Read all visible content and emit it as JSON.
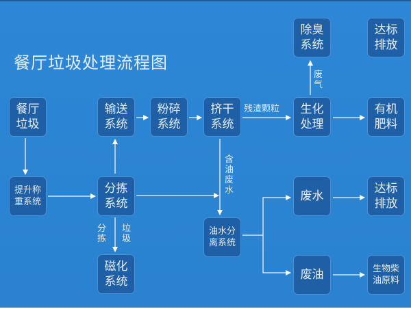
{
  "title": "餐厅垃圾处理流程图",
  "nodes": {
    "restaurant_waste": "餐厅\n垃圾",
    "lift_weigh": "提升称\n重系统",
    "conveying": "输送\n系统",
    "crushing": "粉碎\n系统",
    "squeezing": "挤干\n系统",
    "sorting": "分拣\n系统",
    "magnetizing": "磁化\n系统",
    "oil_water_separation": "油水分\n离系统",
    "deodorizing": "除臭\n系统",
    "discharge_top": "达标\n排放",
    "biochemical": "生化\n处理",
    "organic_fertilizer": "有机\n肥料",
    "waste_water": "废水",
    "discharge_water": "达标\n排放",
    "waste_oil": "废油",
    "biodiesel": "生物柴\n油原料"
  },
  "edge_labels": {
    "residue": "残渣颗粒",
    "waste_gas": "废\n气",
    "oily_water": "含\n油\n废\n水",
    "sorted_a": "分\n拣",
    "sorted_b": "垃\n圾"
  },
  "colors": {
    "background": "#2a84d2",
    "box": "#1f5fa6",
    "line": "#ffffff"
  }
}
